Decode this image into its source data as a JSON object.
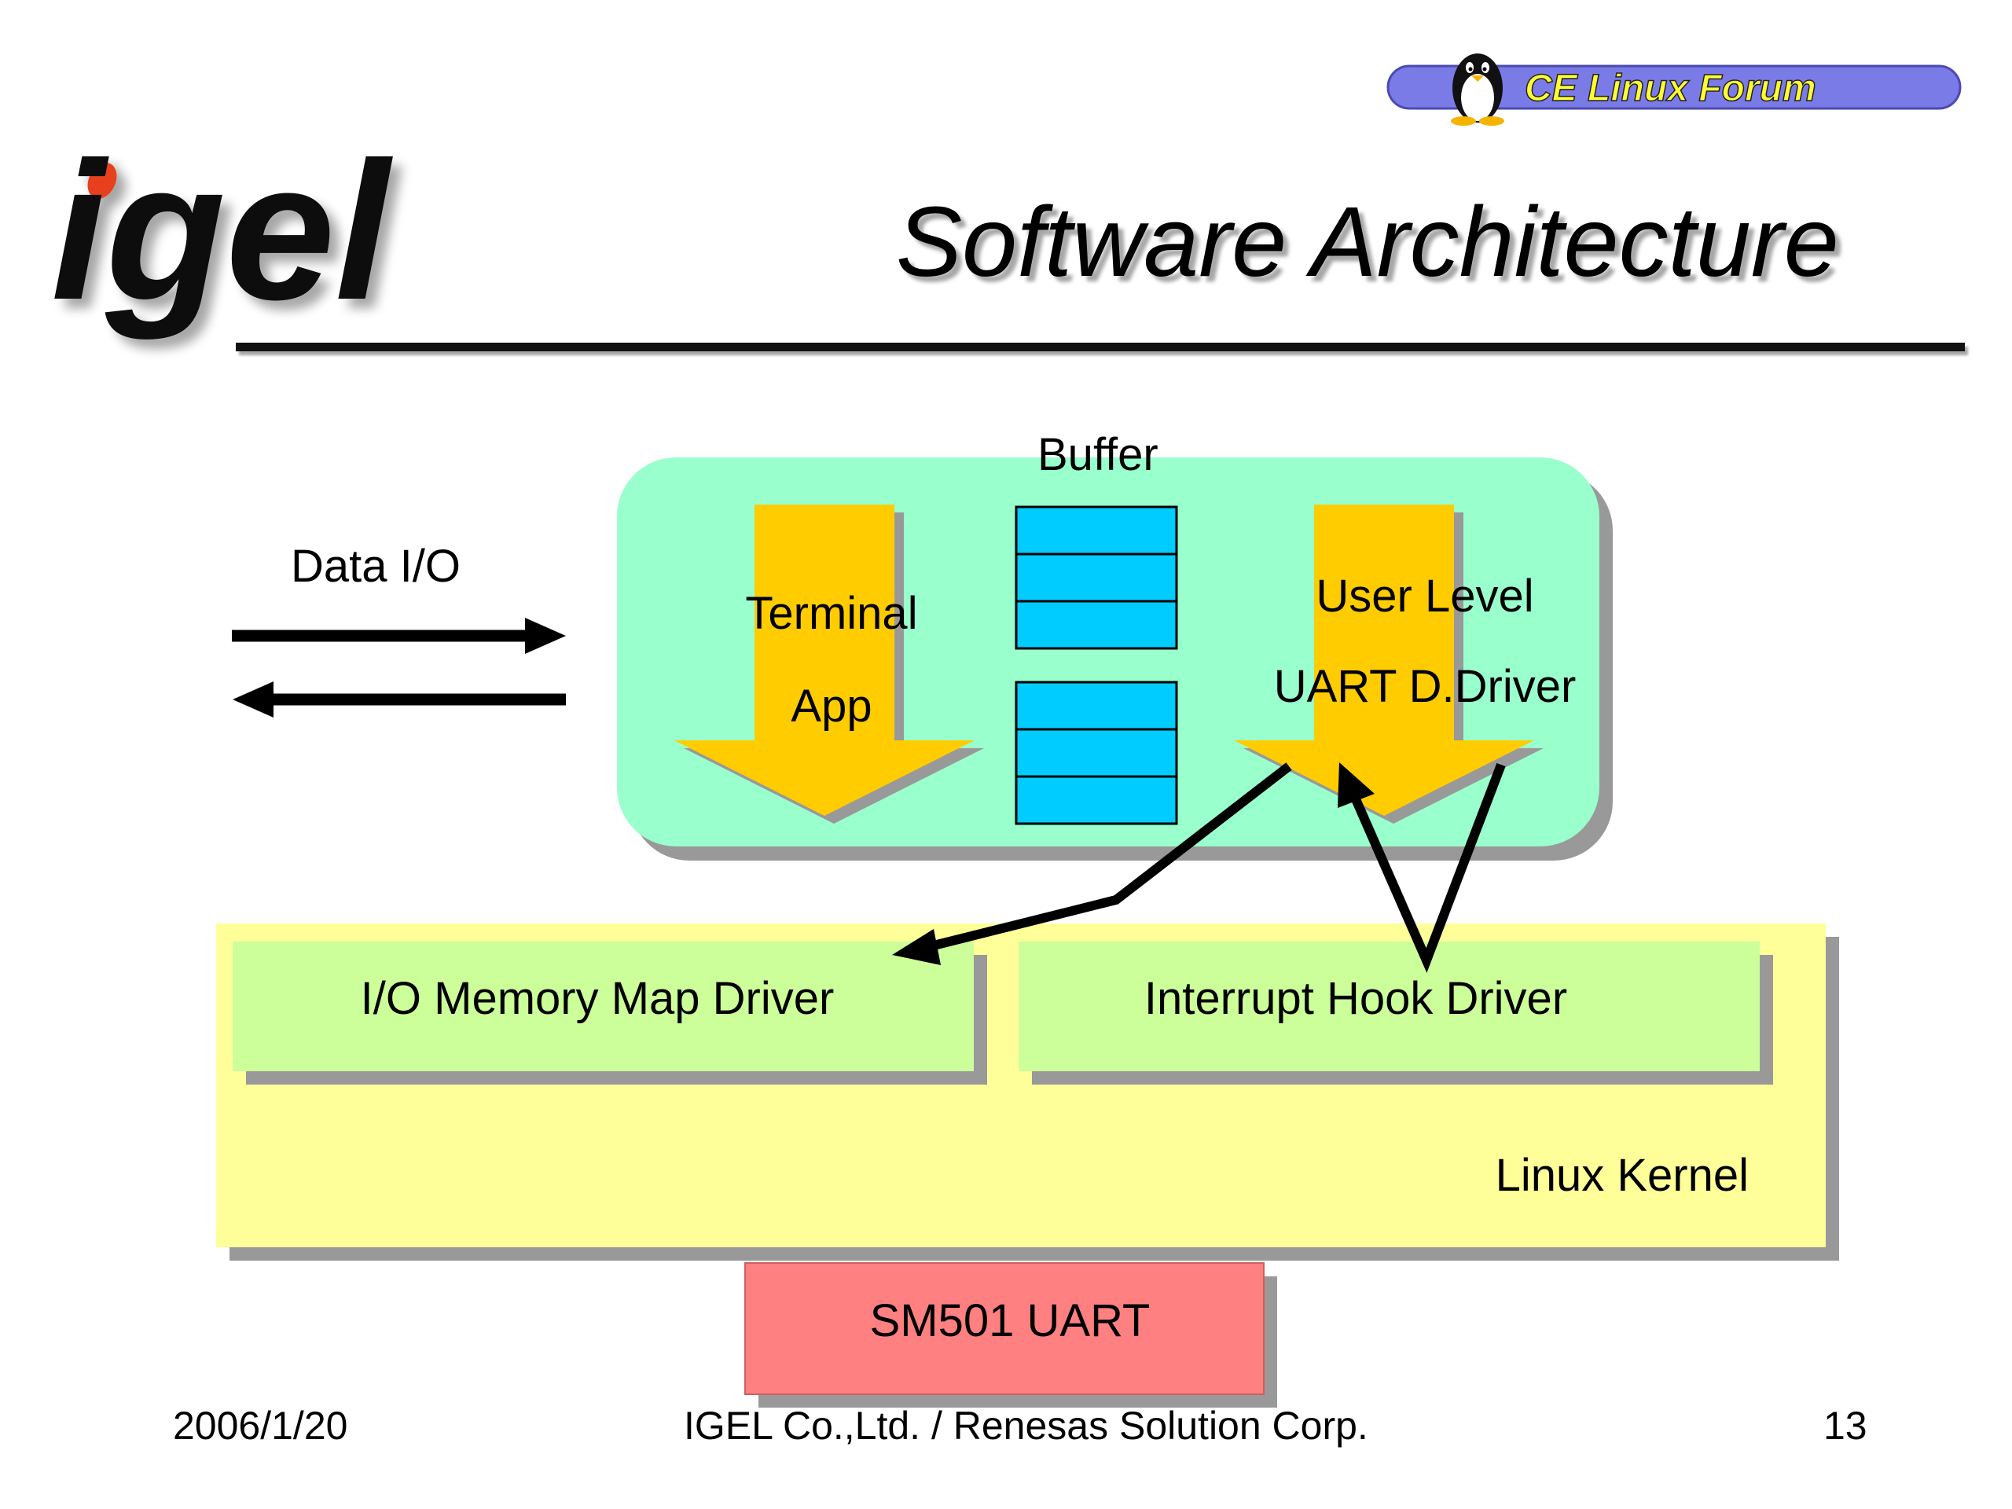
{
  "header": {
    "logo_text": "igel",
    "forum_badge_text": "CE Linux Forum",
    "title": "Software Architecture"
  },
  "diagram": {
    "data_io_label": "Data I/O",
    "buffer_label": "Buffer",
    "terminal_app_line1": "Terminal",
    "terminal_app_line2": "App",
    "uart_driver_line1": "User Level",
    "uart_driver_line2": "UART D.Driver",
    "io_memory_map_driver": "I/O Memory Map Driver",
    "interrupt_hook_driver": "Interrupt Hook Driver",
    "linux_kernel": "Linux Kernel",
    "sm501_uart": "SM501 UART"
  },
  "colors": {
    "userspace_panel": "#99ffcc",
    "arrow_fill": "#ffcc00",
    "buffer_cell": "#00ccff",
    "kernel_box": "#ffff99",
    "driver_box": "#ccff99",
    "uart_box": "#ff8080",
    "forum_badge": "#7b7be8"
  },
  "footer": {
    "date": "2006/1/20",
    "company": "IGEL Co.,Ltd. / Renesas Solution Corp.",
    "page_number": "13"
  }
}
